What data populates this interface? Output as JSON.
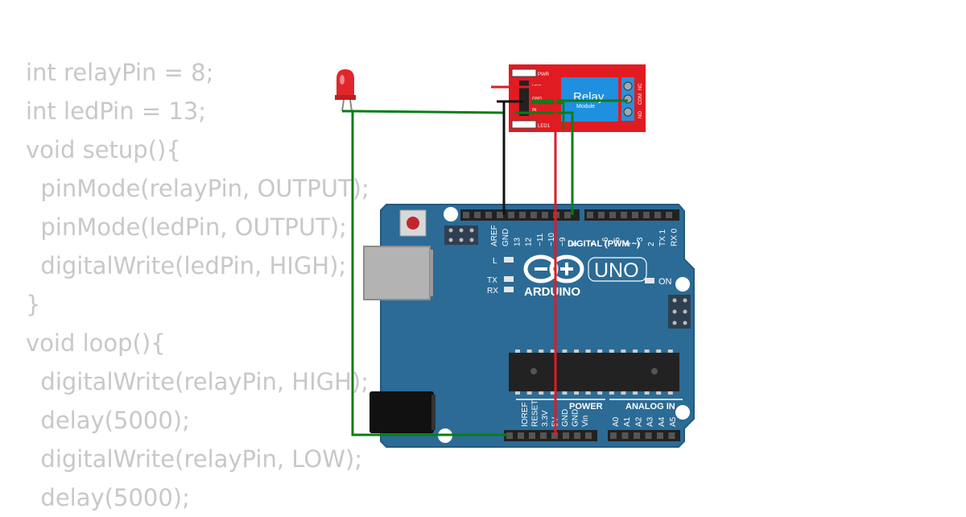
{
  "code_lines": [
    "int relayPin = 8;",
    "int ledPin = 13;",
    "void setup(){",
    "  pinMode(relayPin, OUTPUT);",
    "  pinMode(ledPin, OUTPUT);",
    "  digitalWrite(ledPin, HIGH);",
    "}",
    "void loop(){",
    "  digitalWrite(relayPin, HIGH);",
    "  delay(5000);",
    "  digitalWrite(relayPin, LOW);",
    "  delay(5000);"
  ],
  "relay_module": {
    "title": "Relay",
    "subtitle": "Module",
    "pwr_label": "PWR",
    "led_label": "LED1",
    "pin_labels": [
      "VCC",
      "GND",
      "IN"
    ],
    "terminal_labels": [
      "NC",
      "COM",
      "NO"
    ]
  },
  "arduino": {
    "brand": "ARDUINO",
    "model": "UNO",
    "digital_header": "DIGITAL (PWM ~)",
    "power_header": "POWER",
    "analog_header": "ANALOG IN",
    "on_label": "ON",
    "l_label": "L",
    "tx_label": "TX",
    "rx_label": "RX",
    "digital_pins_left": [
      "AREF",
      "GND",
      "13",
      "12",
      "~11",
      "~10",
      "~9",
      "8"
    ],
    "digital_pins_right": [
      "7",
      "~6",
      "~5",
      "4",
      "~3",
      "2",
      "TX 1",
      "RX 0"
    ],
    "power_pins": [
      "IOREF",
      "RESET",
      "3.3V",
      "5V",
      "GND",
      "GND",
      "Vin"
    ],
    "analog_pins": [
      "A0",
      "A1",
      "A2",
      "A3",
      "A4",
      "A5"
    ]
  },
  "colors": {
    "board": "#2b6b96",
    "board_edge": "#23597e",
    "relay_board": "#e11b22",
    "relay_box": "#1f8fe0",
    "wire_green": "#0a7d18",
    "wire_red": "#e01b24",
    "wire_black": "#111111",
    "code_text": "#c8c8c8"
  },
  "icons": [
    "led-icon",
    "arduino-infinity-logo",
    "reset-button-icon",
    "usb-port-icon",
    "power-jack-icon",
    "chip-icon"
  ]
}
